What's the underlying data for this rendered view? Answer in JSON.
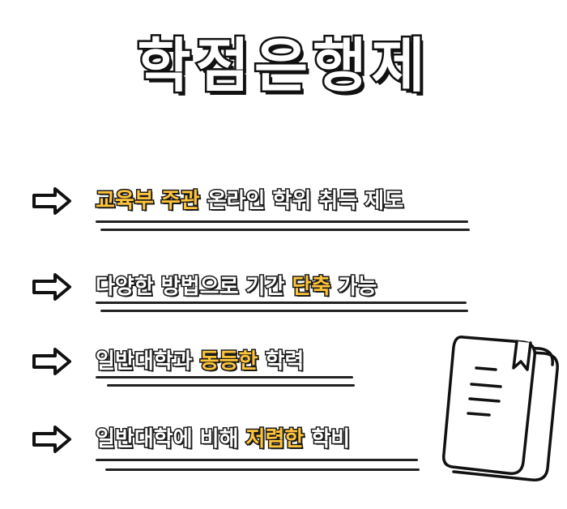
{
  "title": "학점은행제",
  "bullets": [
    {
      "pre": "",
      "highlight": "교육부 주관",
      "post": " 온라인 학위 취득 제도"
    },
    {
      "pre": "다양한 방법으로 기간  ",
      "highlight": "단축",
      "post": " 가능"
    },
    {
      "pre": "일반대학과 ",
      "highlight": "동등한",
      "post": " 학력"
    },
    {
      "pre": "일반대학에 비해 ",
      "highlight": "저렴한",
      "post": " 학비"
    }
  ],
  "colors": {
    "highlight": "#ffc43a",
    "outline": "#111111",
    "background": "#ffffff"
  },
  "icons": {
    "bullet": "arrow-right-icon",
    "illustration": "notebook-icon"
  }
}
